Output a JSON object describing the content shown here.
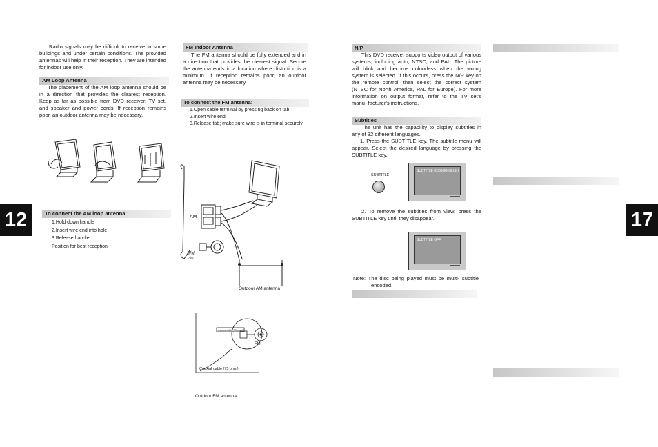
{
  "page_left": "12",
  "page_right": "17",
  "col1": {
    "intro": "Radio signals may be difficult to receive in some buildings and under certain conditions. The provided antennas will help in their reception. They are intended for indoor use only.",
    "am_heading": "AM Loop Antenna",
    "am_text": "The placement of the AM loop antenna should be in a direction that provides the clearest reception. Keep as far as possible from DVD receiver, TV set, and speaker and power cords. If reception remains poor, an outdoor antenna may be necessary.",
    "connect_heading": "To connect the AM loop antenna:",
    "steps": [
      "1.Hold down handle",
      "2.Insert wire end into hole",
      "3.Release handle",
      "Position for best reception"
    ]
  },
  "col2": {
    "fm_heading": "FM Indoor Antenna",
    "fm_text": "The FM antenna should be fully extended and in a direction that provides the clearest signal. Secure the antenna ends in a location where distortion is a minimum. If reception remains poor, an outdoor antenna may be necessary.",
    "connect_heading": "To connect the FM antenna:",
    "steps": [
      "1.Open cable terminal by pressing back on tab",
      "2.Insert wire end",
      "3.Release tab; make sure wire is in terminal securely"
    ],
    "label_am": "AM",
    "label_fm": "FM",
    "label_75": "75Ω",
    "outdoor_am": "Outdoor AM antenna",
    "coax_small": "coaxial cable(75 ohm)",
    "label_fm2": "FM",
    "coax_label": "Coaxial cable (75 ohm)",
    "outdoor_fm": "Outdoor FM antenna"
  },
  "col3": {
    "np_heading": "N/P",
    "np_text": "This DVD receiver supports video output of various systems, including auto, NTSC, and PAL. The picture will blink and become colourless when the wrong system is selected. If this occurs, press the N/P key on the remote control, then select the correct system (NTSC for North America, PAL for Europe). For more information on output format, refer to the TV set's manu- facturer's instructions.",
    "sub_heading": "Subtitles",
    "sub_text1": "The unit has the capability to display subtitles in any of 32 different languages.",
    "sub_text2": "1. Press the SUBTITLE key. The subtitle menu will appear. Select the desired language by pressing the SUBTITLE key.",
    "subtitle_btn": "SUBTITLE",
    "tv1_text": "SUBTITLE 02/09 ENGLISH",
    "sub_text3": "2. To remove the subtitles from view, press the SUBTITLE key until they disappear.",
    "tv2_text": "SUBTITLE OFF",
    "note": "Note: The disc being played must be multi- subtitle encoded."
  }
}
